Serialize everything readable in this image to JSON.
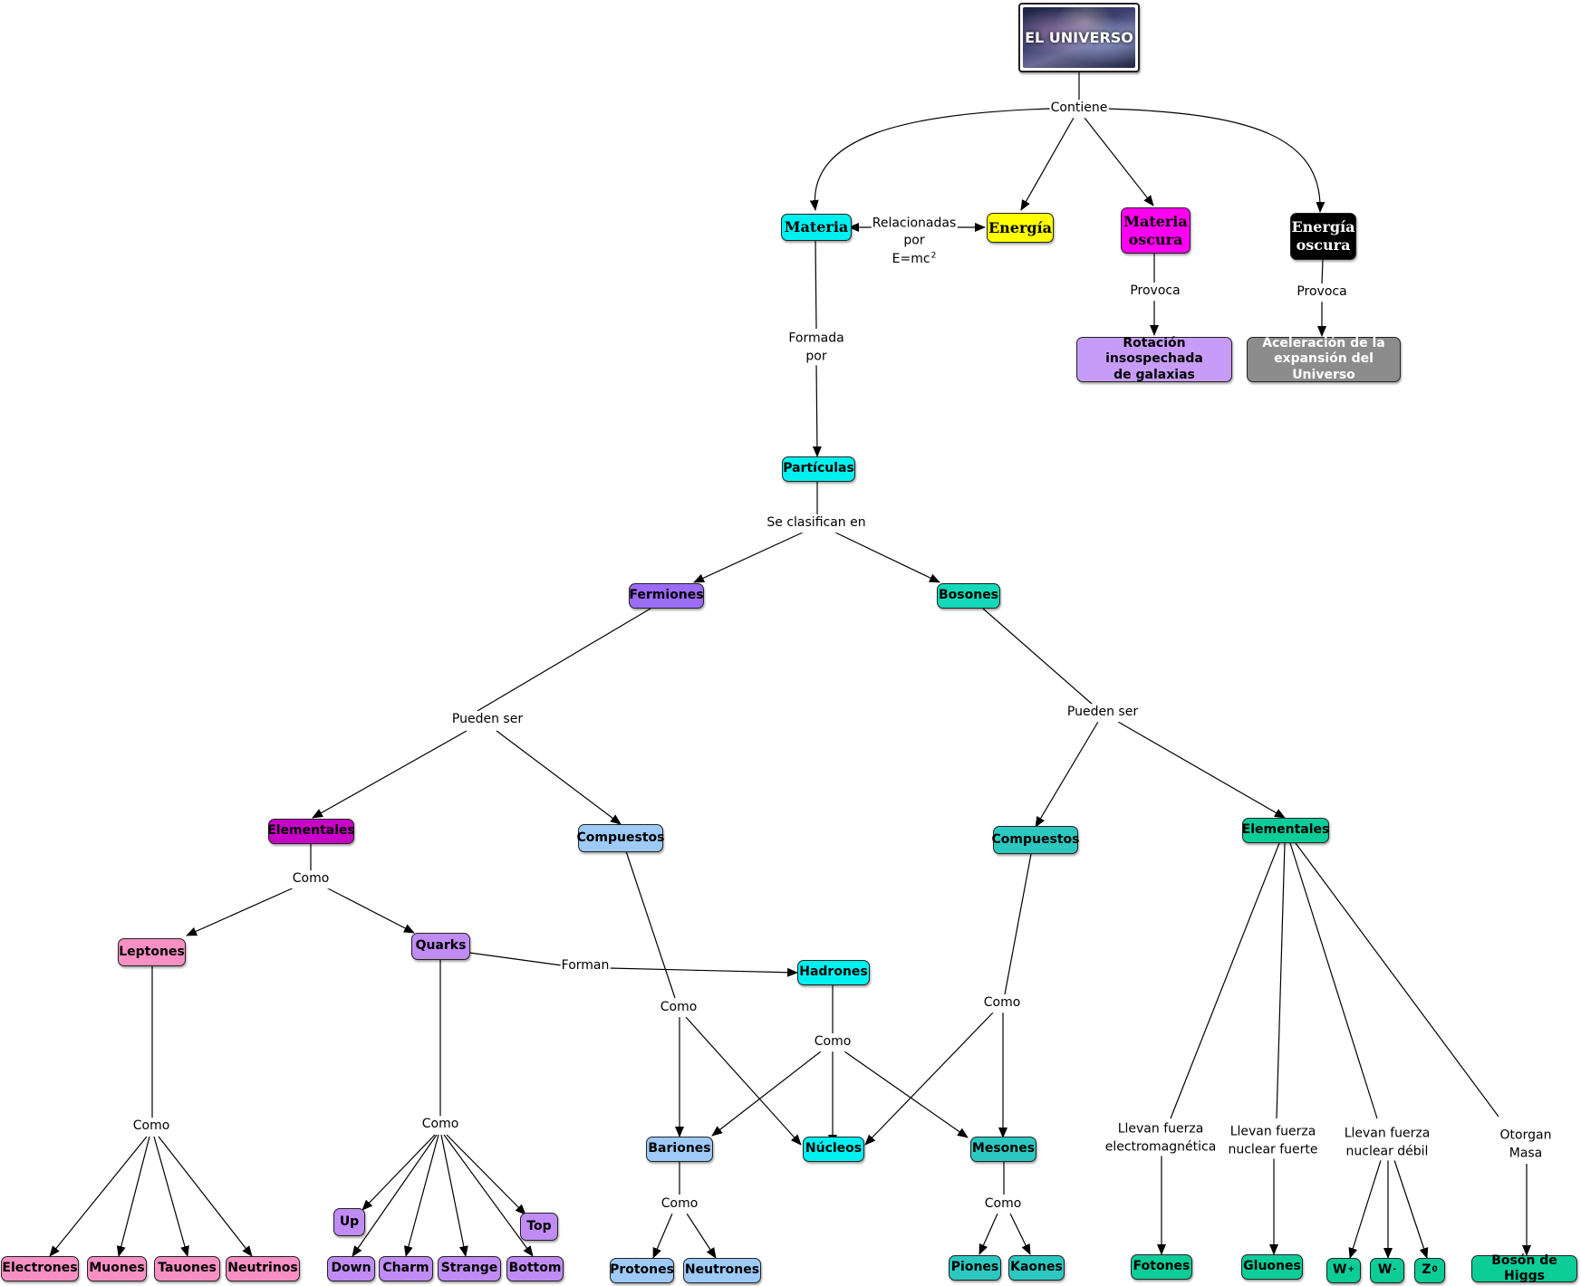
{
  "title": "EL UNIVERSO",
  "nodes": {
    "materia": "Materia",
    "energia": "Energía",
    "materia_oscura": "Materia\noscura",
    "energia_oscura": "Energía\noscura",
    "rotacion": "Rotación insospechada\nde galaxias",
    "aceleracion": "Aceleración de la\nexpansión del Universo",
    "particulas": "Partículas",
    "fermiones": "Fermiones",
    "bosones": "Bosones",
    "elementales_f": "Elementales",
    "compuestos_f": "Compuestos",
    "compuestos_b": "Compuestos",
    "elementales_b": "Elementales",
    "leptones": "Leptones",
    "quarks": "Quarks",
    "hadrones": "Hadrones",
    "bariones": "Bariones",
    "nucleos": "Núcleos",
    "mesones": "Mesones",
    "electrones": "Electrones",
    "muones": "Muones",
    "tauones": "Tauones",
    "neutrinos": "Neutrinos",
    "up": "Up",
    "down": "Down",
    "charm": "Charm",
    "strange": "Strange",
    "bottom": "Bottom",
    "top": "Top",
    "protones": "Protones",
    "neutrones": "Neutrones",
    "piones": "Piones",
    "kaones": "Kaones",
    "fotones": "Fotones",
    "gluones": "Gluones",
    "w_plus_base": "W",
    "w_plus_sup": "+",
    "w_minus_base": "W",
    "w_minus_sup": "-",
    "z_base": "Z",
    "z_sup": "0",
    "higgs": "Bosón de Higgs"
  },
  "labels": {
    "contiene": "Contiene",
    "relacionadas_text": "Relacionadas\npor\nE=mc",
    "relacionadas_sup": "2",
    "formada_por": "Formada\npor",
    "provoca_1": "Provoca",
    "provoca_2": "Provoca",
    "se_clasifican": "Se clasifican en",
    "pueden_ser_f": "Pueden ser",
    "pueden_ser_b": "Pueden ser",
    "como_elem": "Como",
    "forman": "Forman",
    "como_comp_f": "Como",
    "como_comp_b": "Como",
    "como_hadrones": "Como",
    "como_leptones": "Como",
    "como_quarks": "Como",
    "como_bariones": "Como",
    "como_mesones": "Como",
    "em": "Llevan fuerza\nelectromagnética",
    "fuerte": "Llevan fuerza\nnuclear fuerte",
    "debil": "Llevan fuerza\nnuclear débil",
    "otorgan": "Otorgan\nMasa"
  },
  "colors": {
    "cyan": "#00f0f0",
    "yellow": "#ffff00",
    "magenta": "#ff00f0",
    "black": "#000000",
    "lavender": "#c79cf8",
    "gray": "#8c8c8c",
    "purple": "#9b6cf5",
    "teal": "#14d8b8",
    "dark_magenta": "#c800c8",
    "light_blue": "#9ecaf8",
    "teal_mid": "#2cc8c0",
    "green_teal": "#0ccc98",
    "pink": "#f890c4",
    "quark_purple": "#c08cf4"
  }
}
